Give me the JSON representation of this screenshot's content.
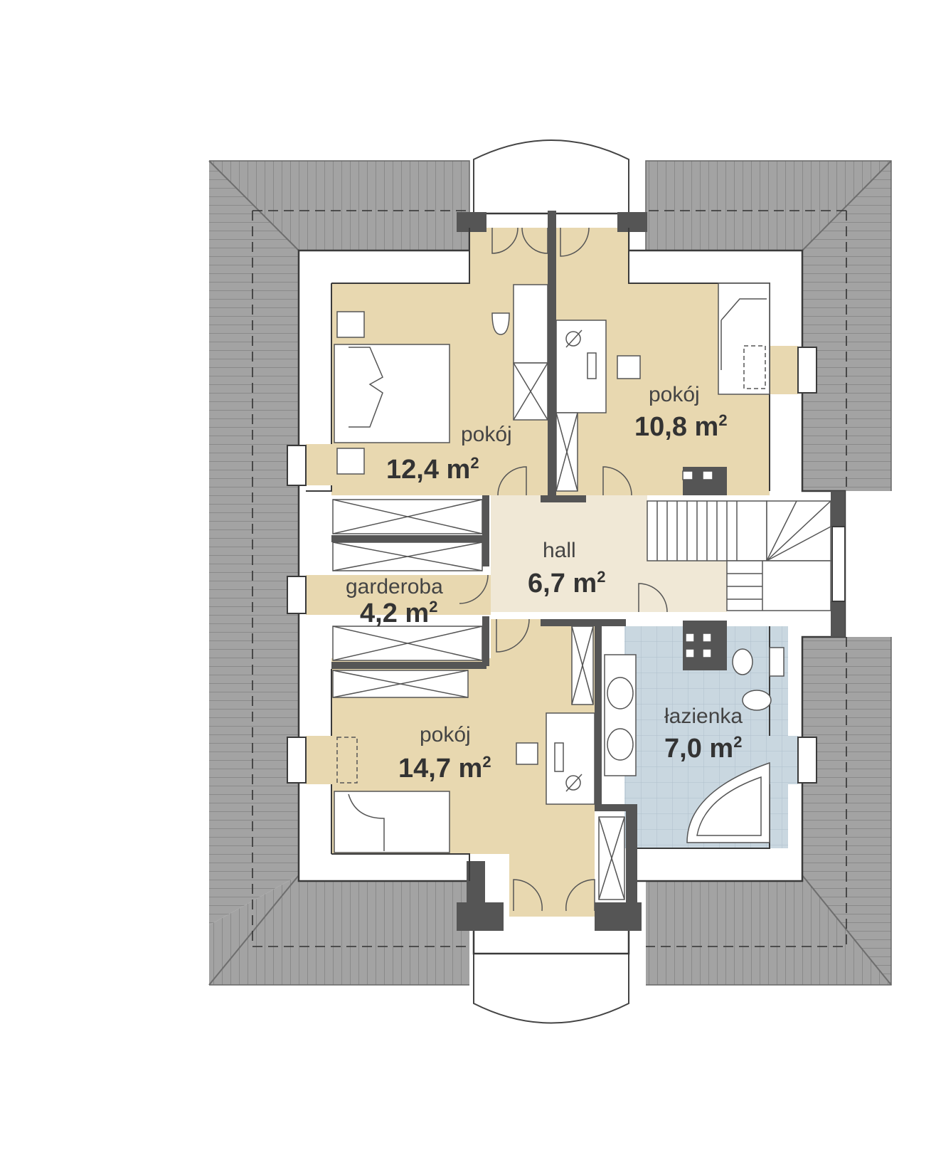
{
  "colors": {
    "roof": "#9a9a9a",
    "roof_line": "#7c7c7c",
    "wall": "#ffffff",
    "wall_outline": "#3a3a3a",
    "column": "#555555",
    "room_beige": "#e8d8b0",
    "hall": "#f0e8d6",
    "bathroom": "#c9d7e0",
    "furniture": "#ffffff"
  },
  "rooms": [
    {
      "id": "pokoj-nw",
      "name": "pokój",
      "area": "12,4",
      "unit": "m",
      "sup": "2"
    },
    {
      "id": "pokoj-ne",
      "name": "pokój",
      "area": "10,8",
      "unit": "m",
      "sup": "2"
    },
    {
      "id": "hall",
      "name": "hall",
      "area": "6,7",
      "unit": "m",
      "sup": "2"
    },
    {
      "id": "garderoba",
      "name": "garderoba",
      "area": "4,2",
      "unit": "m",
      "sup": "2"
    },
    {
      "id": "pokoj-sw",
      "name": "pokój",
      "area": "14,7",
      "unit": "m",
      "sup": "2"
    },
    {
      "id": "lazienka",
      "name": "łazienka",
      "area": "7,0",
      "unit": "m",
      "sup": "2"
    }
  ]
}
